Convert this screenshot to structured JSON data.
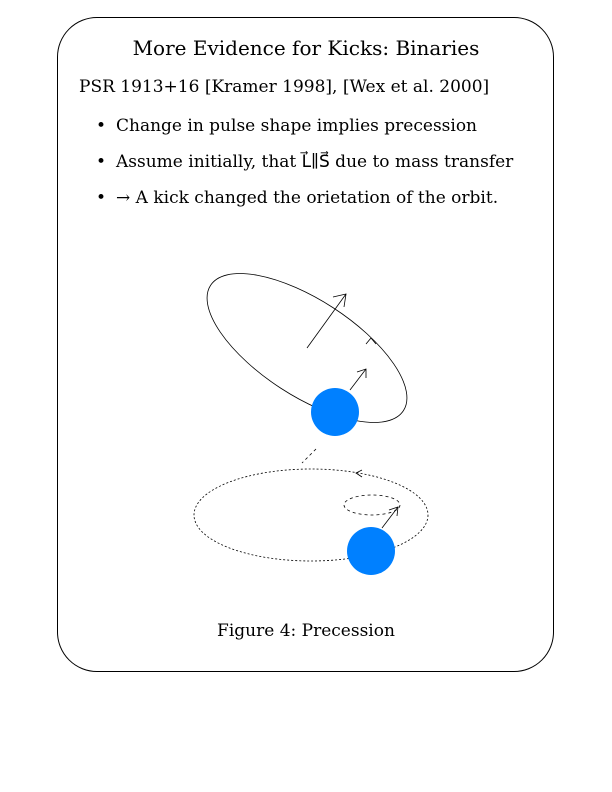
{
  "slide": {
    "title": "More Evidence for Kicks: Binaries",
    "subtitle": "PSR 1913+16 [Kramer 1998], [Wex et al. 2000]",
    "bullets": [
      {
        "marker": "•",
        "text": "Change in pulse shape implies precession"
      },
      {
        "marker": "•",
        "text": "Assume initially, that L⃗∥S⃗ due to mass transfer"
      },
      {
        "marker": "•",
        "text": "→ A kick changed the orietation of the orbit."
      }
    ],
    "figure": {
      "caption": "Figure 4: Precession",
      "star_color": "#0080ff"
    }
  }
}
